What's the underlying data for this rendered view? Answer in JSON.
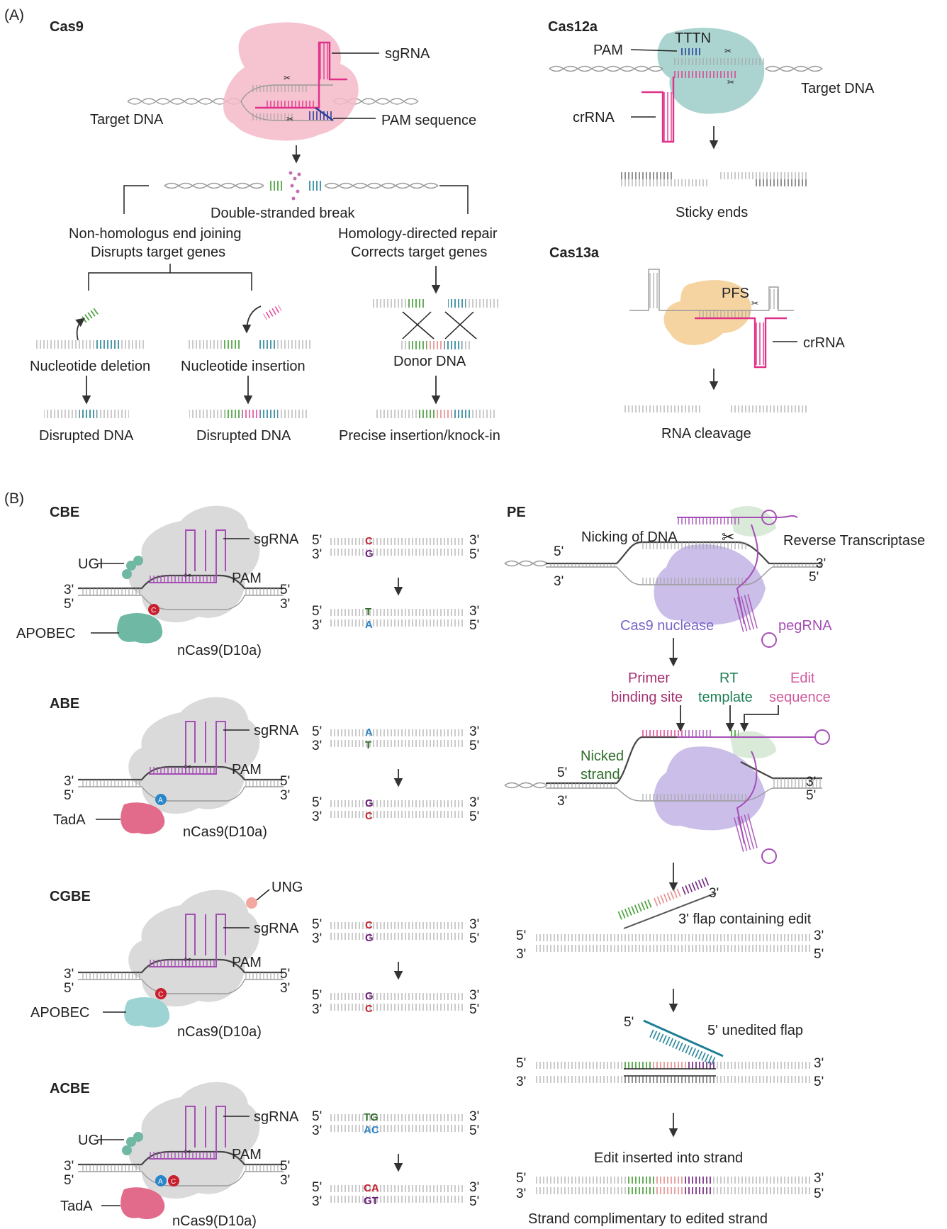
{
  "panels": {
    "a": "(A)",
    "b": "(B)"
  },
  "cas9": {
    "title": "Cas9",
    "sgrna": "sgRNA",
    "target_dna": "Target DNA",
    "pam": "PAM sequence",
    "dsb": "Double-stranded break",
    "nhej_1": "Non-homologus end joining",
    "nhej_2": "Disrupts target genes",
    "hdr_1": "Homology-directed repair",
    "hdr_2": "Corrects target genes",
    "deletion": "Nucleotide deletion",
    "insertion": "Nucleotide insertion",
    "disrupted_1": "Disrupted DNA",
    "disrupted_2": "Disrupted DNA",
    "donor": "Donor DNA",
    "precise": "Precise insertion/knock-in"
  },
  "cas12a": {
    "title": "Cas12a",
    "tttn": "TTTN",
    "pam": "PAM",
    "target_dna": "Target DNA",
    "crrna": "crRNA",
    "sticky": "Sticky ends"
  },
  "cas13a": {
    "title": "Cas13a",
    "pfs": "PFS",
    "crrna": "crRNA",
    "cleavage": "RNA cleavage"
  },
  "base_editors": {
    "cbe": {
      "title": "CBE",
      "ugi": "UGI",
      "sgrna": "sgRNA",
      "pam": "PAM",
      "enzyme": "APOBEC",
      "ncas9": "nCas9(D10a)",
      "marker": "C",
      "before_top": "C",
      "before_bottom": "G",
      "after_top": "T",
      "after_bottom": "A"
    },
    "abe": {
      "title": "ABE",
      "sgrna": "sgRNA",
      "pam": "PAM",
      "enzyme": "TadA",
      "ncas9": "nCas9(D10a)",
      "marker": "A",
      "before_top": "A",
      "before_bottom": "T",
      "after_top": "G",
      "after_bottom": "C"
    },
    "cgbe": {
      "title": "CGBE",
      "ung": "UNG",
      "sgrna": "sgRNA",
      "pam": "PAM",
      "enzyme": "APOBEC",
      "ncas9": "nCas9(D10a)",
      "marker": "C",
      "before_top": "C",
      "before_bottom": "G",
      "after_top": "G",
      "after_bottom": "C"
    },
    "acbe": {
      "title": "ACBE",
      "ugi": "UGI",
      "sgrna": "sgRNA",
      "pam": "PAM",
      "enzyme": "TadA",
      "ncas9": "nCas9(D10a)",
      "marker_a": "A",
      "marker_c": "C",
      "before_top": "TG",
      "before_bottom": "AC",
      "after_top": "CA",
      "after_bottom": "GT"
    }
  },
  "ends": {
    "five": "5'",
    "three": "3'"
  },
  "pe": {
    "title": "PE",
    "nicking": "Nicking of DNA",
    "rt": "Reverse Transcriptase",
    "cas9": "Cas9 nuclease",
    "pegrna": "pegRNA",
    "pbs_1": "Primer",
    "pbs_2": "binding site",
    "rtt_1": "RT",
    "rtt_2": "template",
    "edit_1": "Edit",
    "edit_2": "sequence",
    "nicked_1": "Nicked",
    "nicked_2": "strand",
    "flap3": "3' flap containing edit",
    "flap5": "5' unedited flap",
    "inserted": "Edit inserted into strand",
    "complement": "Strand complimentary to edited strand"
  },
  "colors": {
    "pink": "#e0318a",
    "magenta": "#a54fb5",
    "green": "#3d9a2e",
    "teal": "#1d7f95",
    "navy": "#233f9a",
    "red": "#c8202f",
    "blue": "#2a86c8"
  }
}
